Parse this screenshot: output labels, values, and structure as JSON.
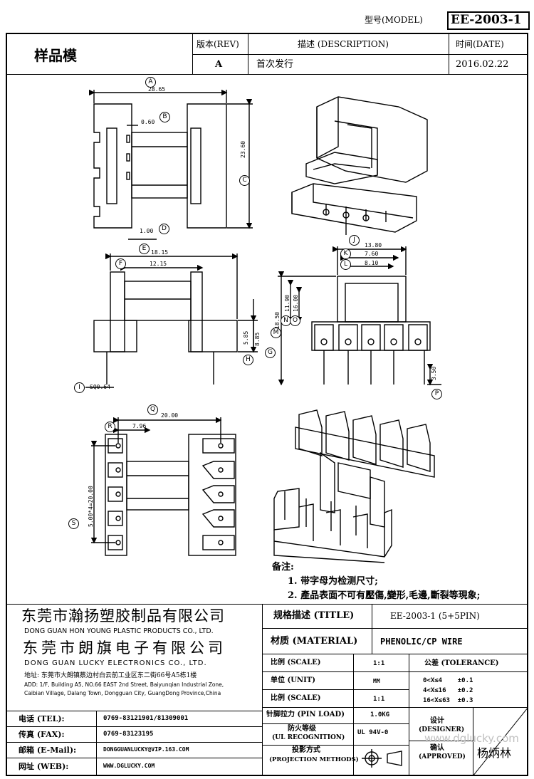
{
  "header": {
    "model_label": "型号(MODEL)",
    "model_value": "EE-2003-1",
    "sample_label": "样品模",
    "rev_label": "版本(REV)",
    "desc_label": "描述 (DESCRIPTION)",
    "date_label": "时间(DATE)",
    "rev_value": "A",
    "desc_value": "首次发行",
    "date_value": "2016.02.22"
  },
  "drawing": {
    "dims": {
      "A": "28.65",
      "B": "0.60",
      "C": "23.60",
      "D": "1.00",
      "E": "18.15",
      "F": "12.15",
      "H": "5.85",
      "G": "8.85",
      "I": "SQ0.64",
      "J": "13.80",
      "K": "7.60",
      "L": "8.10",
      "M": "18.50",
      "N": "11.90",
      "O": "16.00",
      "P": "3.50",
      "Q": "20.00",
      "R": "7.96",
      "S": "5.00*4=20.00"
    },
    "letters": [
      "A",
      "B",
      "C",
      "D",
      "E",
      "F",
      "G",
      "H",
      "I",
      "J",
      "K",
      "L",
      "M",
      "N",
      "O",
      "P",
      "Q",
      "R",
      "S"
    ]
  },
  "notes": {
    "title": "备注:",
    "items": [
      "1. 带字母为检测尺寸;",
      "2. 產品表面不可有壓傷,變形,毛邊,斷裂等現象;"
    ]
  },
  "company": {
    "name1_cn": "东莞市瀚扬塑胶制品有限公司",
    "name1_en": "DONG GUAN HON YOUNG PLASTIC PRODUCTS CO., LTD.",
    "name2_cn": "东莞市朗旗电子有限公司",
    "name2_en": "DONG GUAN LUCKY ELECTRONICS CO., LTD.",
    "address_cn": "地址: 东莞市大朗镇蔡边村白云前工业区东二街66号A5栋1楼",
    "address_en1": "ADD: 1/F, Building A5, NO.66 EAST 2nd Street, Baiyunqian Industrial Zone,",
    "address_en2": "Caibian Village, Dalang Town, Dongguan City, GuangDong Province,China"
  },
  "contacts": [
    {
      "label": "电话 (TEL):",
      "value": "0769-83121901/81309001"
    },
    {
      "label": "传真 (FAX):",
      "value": "0769-83123195"
    },
    {
      "label": "邮箱 (E-Mail):",
      "value": "DONGGUANLUCKY@VIP.163.COM"
    },
    {
      "label": "网址 (WEB):",
      "value": "WWW.DGLUCKY.COM"
    }
  ],
  "spec": {
    "title_label": "规格描述 (TITLE)",
    "title_value": "EE-2003-1 (5+5PIN)",
    "material_label": "材质 (MATERIAL)",
    "material_value": "PHENOLIC/CP WIRE",
    "rows": [
      {
        "label": "比例 (SCALE)",
        "value": "1:1"
      },
      {
        "label": "单位 (UNIT)",
        "value": "MM"
      },
      {
        "label": "比例 (SCALE)",
        "value": "1:1"
      },
      {
        "label": "针脚拉力 (PIN LOAD)",
        "value": "1.0KG"
      }
    ],
    "ul_label1": "防火等级",
    "ul_label2": "(UL RECOGNITION)",
    "ul_value": "UL 94V-0",
    "proj_label1": "投影方式",
    "proj_label2": "(PROJECTION METHODS)",
    "tolerance_label": "公差 (TOLERANCE)",
    "tolerances": [
      "0<X≤4    ±0.1",
      "4<X≤16   ±0.2",
      "16<X≤63  ±0.3"
    ],
    "designer_label1": "设计",
    "designer_label2": "(DESIGNER)",
    "approved_label1": "确认",
    "approved_label2": "(APPROVED)",
    "approved_value": "杨炳林"
  },
  "watermark": "www.dglucky.com"
}
